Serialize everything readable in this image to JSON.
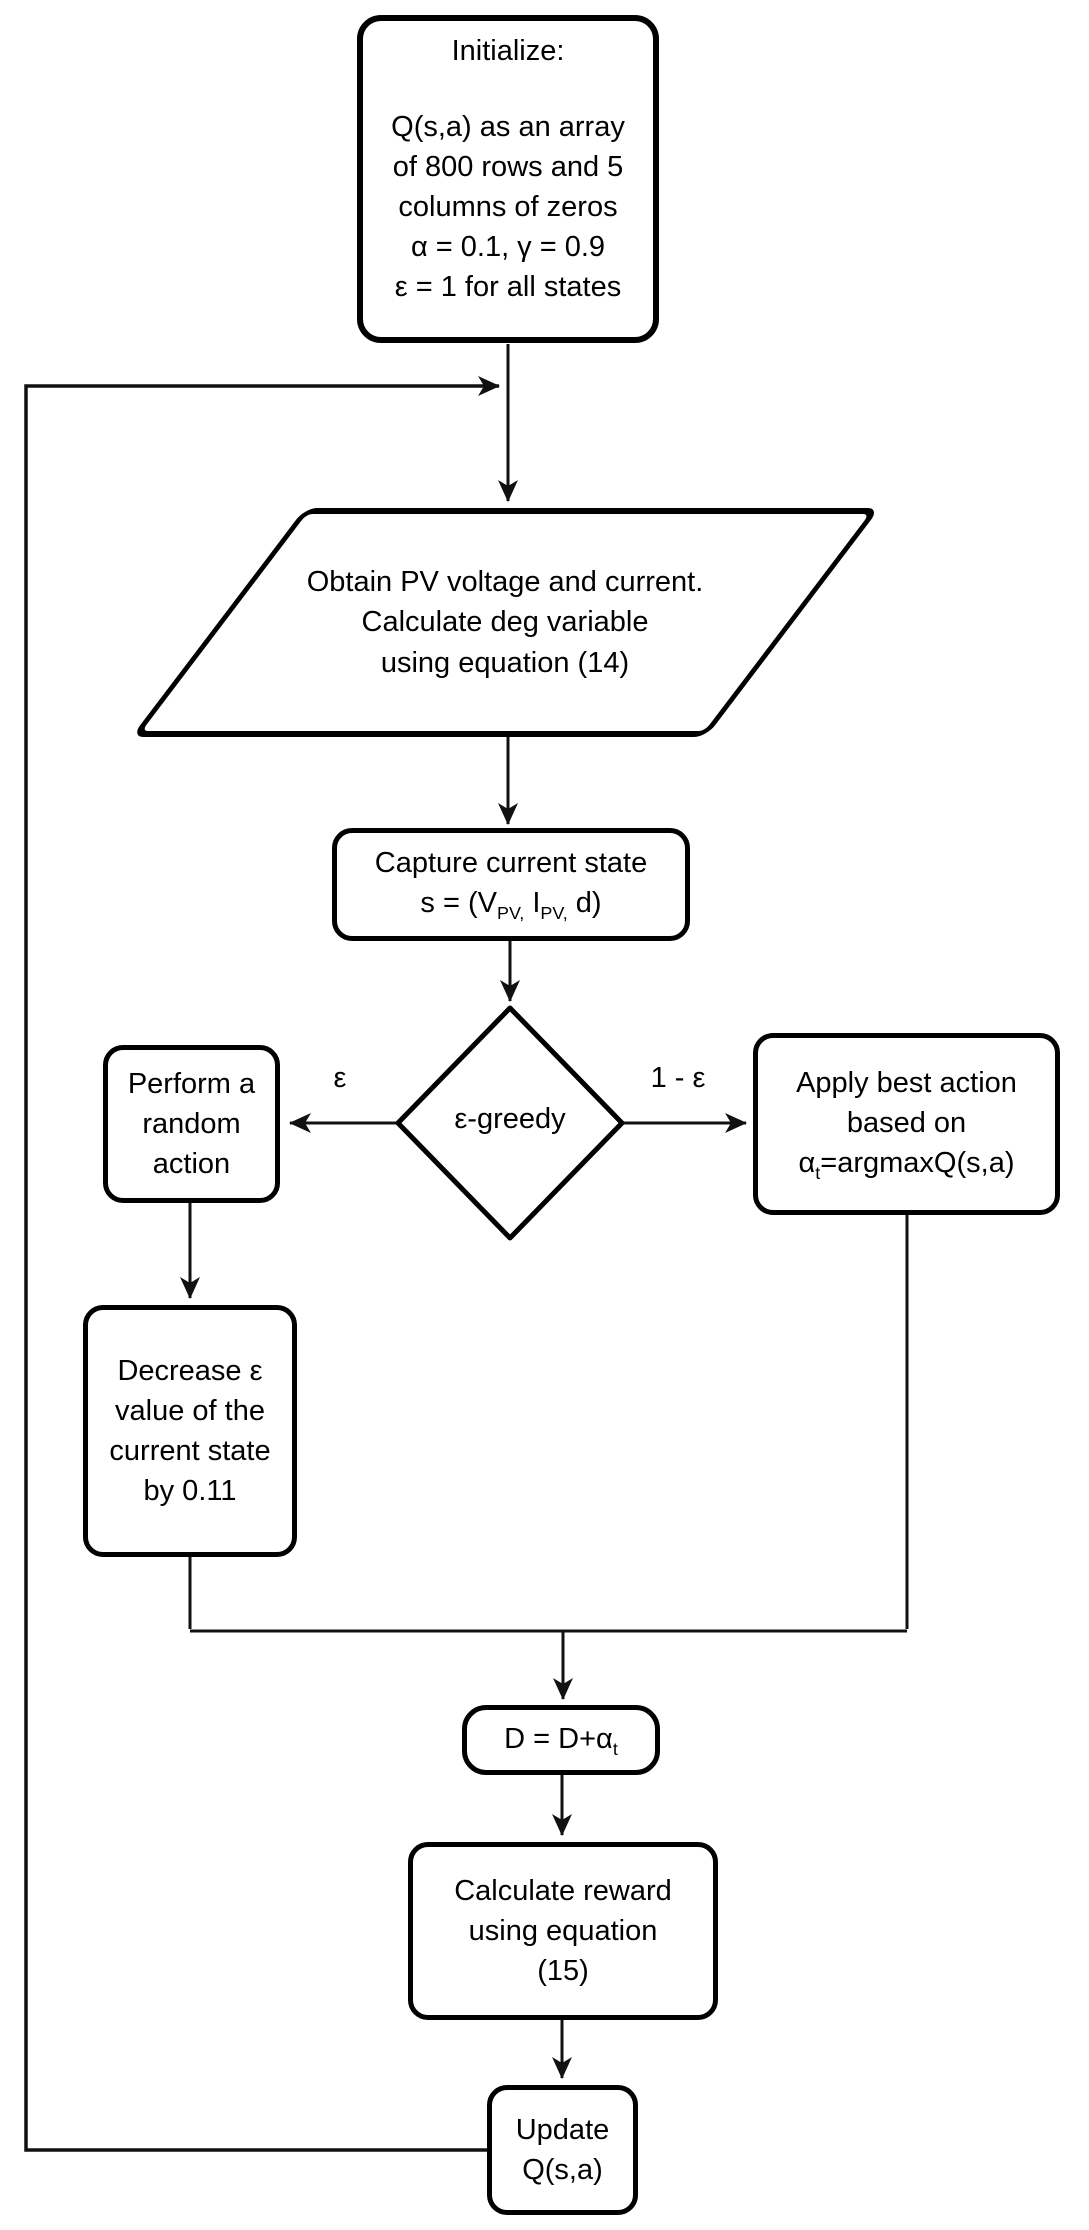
{
  "flowchart": {
    "initialize": {
      "title": "Initialize:",
      "lines": [
        "Q(s,a) as an array",
        "of 800 rows and 5",
        "columns of zeros",
        "α = 0.1, γ = 0.9",
        "ε = 1 for all states"
      ]
    },
    "obtain": {
      "lines": [
        "Obtain PV voltage and current.",
        "Calculate deg variable",
        "using equation (14)"
      ]
    },
    "capture": {
      "line1": "Capture current state",
      "eq": {
        "a": "s = (V",
        "sub1": "PV,",
        "b": " I",
        "sub2": "PV,",
        "c": " d)"
      }
    },
    "decision": {
      "label": "ε-greedy",
      "branch_left": "ε",
      "branch_right": "1 - ε"
    },
    "perform": {
      "lines": [
        "Perform a",
        "random",
        "action"
      ]
    },
    "apply": {
      "line1": "Apply best action",
      "line2": "based on",
      "eq": {
        "a": "α",
        "sub": "t",
        "b": "=argmaxQ(s,a)"
      }
    },
    "decrease": {
      "lines": [
        "Decrease ε",
        "value of the",
        "current state",
        "by 0.11"
      ]
    },
    "duty": {
      "eq": {
        "a": "D = D+α",
        "sub": "t"
      }
    },
    "reward": {
      "lines": [
        "Calculate reward",
        "using equation",
        "(15)"
      ]
    },
    "update_q": {
      "lines": [
        "Update",
        "Q(s,a)"
      ]
    }
  },
  "colors": {
    "background": "#ffffff",
    "shape_border": "#000000",
    "connector": "#111111",
    "text": "#000000"
  }
}
